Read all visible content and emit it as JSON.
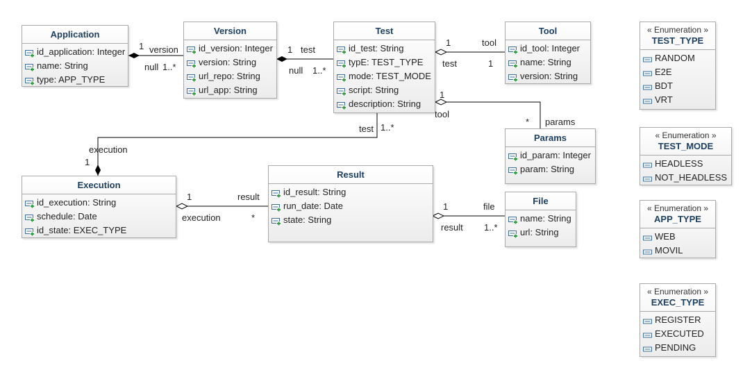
{
  "classes": {
    "application": {
      "name": "Application",
      "attributes": [
        "id_application: Integer",
        "name: String",
        "type: APP_TYPE"
      ]
    },
    "version": {
      "name": "Version",
      "attributes": [
        "id_version: Integer",
        "version: String",
        "url_repo: String",
        "url_app: String"
      ]
    },
    "test": {
      "name": "Test",
      "attributes": [
        "id_test: String",
        "typE: TEST_TYPE",
        "mode: TEST_MODE",
        "script: String",
        "description: String"
      ]
    },
    "tool": {
      "name": "Tool",
      "attributes": [
        "id_tool: Integer",
        "name: String",
        "version: String"
      ]
    },
    "params": {
      "name": "Params",
      "attributes": [
        "id_param: Integer",
        "param: String"
      ]
    },
    "execution": {
      "name": "Execution",
      "attributes": [
        "id_execution: String",
        "schedule: Date",
        "id_state: EXEC_TYPE"
      ]
    },
    "result": {
      "name": "Result",
      "attributes": [
        "id_result: String",
        "run_date: Date",
        "state: String"
      ]
    },
    "file": {
      "name": "File",
      "attributes": [
        "name: String",
        "url: String"
      ]
    }
  },
  "enumerations": {
    "stereotype": "« Enumeration »",
    "test_type": {
      "name": "TEST_TYPE",
      "literals": [
        "RANDOM",
        "E2E",
        "BDT",
        "VRT"
      ]
    },
    "test_mode": {
      "name": "TEST_MODE",
      "literals": [
        "HEADLESS",
        "NOT_HEADLESS"
      ]
    },
    "app_type": {
      "name": "APP_TYPE",
      "literals": [
        "WEB",
        "MOVIL"
      ]
    },
    "exec_type": {
      "name": "EXEC_TYPE",
      "literals": [
        "REGISTER",
        "EXECUTED",
        "PENDING"
      ]
    }
  },
  "associations": {
    "application_version": {
      "source_role": "version",
      "source_mult": "1",
      "target_role": "null",
      "target_mult": "1..*"
    },
    "version_test": {
      "source_role": "test",
      "source_mult": "1",
      "target_role": "null",
      "target_mult": "1..*"
    },
    "test_tool": {
      "source_role": "tool",
      "source_mult": "1",
      "target_role": "test",
      "target_mult": "1"
    },
    "test_params": {
      "source_role": "params",
      "source_mult": "1",
      "target_role": "tool",
      "target_mult": "*"
    },
    "test_execution": {
      "source_role": "test",
      "source_mult": "1..*",
      "target_role": "execution",
      "target_mult": "1"
    },
    "execution_result": {
      "source_role": "result",
      "source_mult": "1",
      "target_role": "execution",
      "target_mult": "*"
    },
    "result_file": {
      "source_role": "file",
      "source_mult": "1",
      "target_role": "result",
      "target_mult": "1..*"
    }
  },
  "colors": {
    "title": "#1c3f62",
    "border": "#a9a9a9",
    "line": "#000000",
    "attribute_icon": "#3a6e9e",
    "attribute_plus": "#2e9e3e",
    "literal_icon": "#3a6e9e"
  },
  "icons": {
    "attribute": "attribute-icon",
    "literal": "enum-literal-icon"
  }
}
